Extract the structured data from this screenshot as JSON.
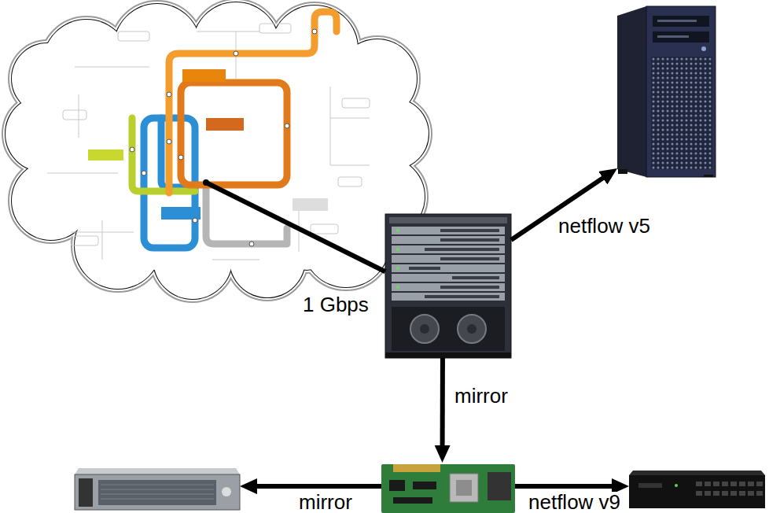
{
  "diagram": {
    "nodes": [
      {
        "text": []
      },
      {
        "text": []
      },
      {
        "text": []
      },
      {
        "text": []
      },
      {
        "text": []
      },
      {
        "text": []
      }
    ],
    "edges": [
      {
        "from": 0,
        "to": 2,
        "arrow": "none",
        "label": "1 Gbps"
      },
      {
        "from": 2,
        "to": 1,
        "arrow": "to",
        "label": "netflow v5"
      },
      {
        "from": 2,
        "to": 4,
        "arrow": "to",
        "label": "mirror"
      },
      {
        "from": 4,
        "to": 3,
        "arrow": "to",
        "label": "mirror"
      },
      {
        "from": 4,
        "to": 5,
        "arrow": "to",
        "label": "netflow v9"
      }
    ]
  }
}
